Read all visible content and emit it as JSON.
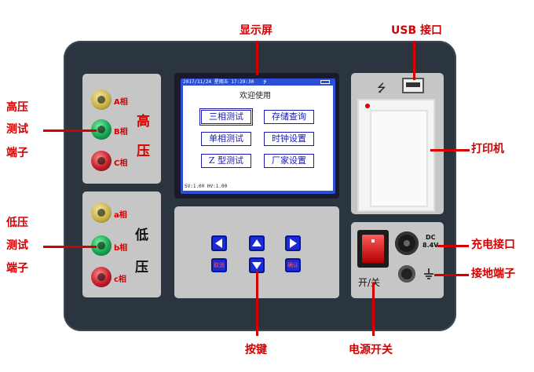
{
  "labels": {
    "display": "显示屏",
    "usb": "USB 接口",
    "printer": "打印机",
    "charge": "充电接口",
    "ground": "接地端子",
    "power": "电源开关",
    "keys": "按键",
    "hv_line1": "高压",
    "hv_line2": "测试",
    "hv_line3": "端子",
    "lv_line1": "低压",
    "lv_line2": "测试",
    "lv_line3": "端子"
  },
  "hv_panel": {
    "terminals": [
      "A相",
      "B相",
      "C相"
    ],
    "char1": "高",
    "char2": "压"
  },
  "lv_panel": {
    "terminals": [
      "a相",
      "b相",
      "c相"
    ],
    "char1": "低",
    "char2": "压"
  },
  "screen": {
    "status": "2017/11/24 星期五 17:29:30",
    "welcome": "欢迎使用",
    "menu": [
      "三相测试",
      "存储查询",
      "单相测试",
      "时钟设置",
      "Z 型测试",
      "厂家设置"
    ],
    "footer": "SV:1.00  HV:1.00"
  },
  "keys": {
    "cancel": "取消",
    "confirm": "确认"
  },
  "power_panel": {
    "switch_label": "开/关",
    "dc_label_1": "DC",
    "dc_label_2": "8.4V"
  },
  "colors": {
    "accent": "#d40000",
    "device": "#2a3540",
    "screen_frame": "#2b4fd6",
    "key": "#1a2bd8"
  }
}
